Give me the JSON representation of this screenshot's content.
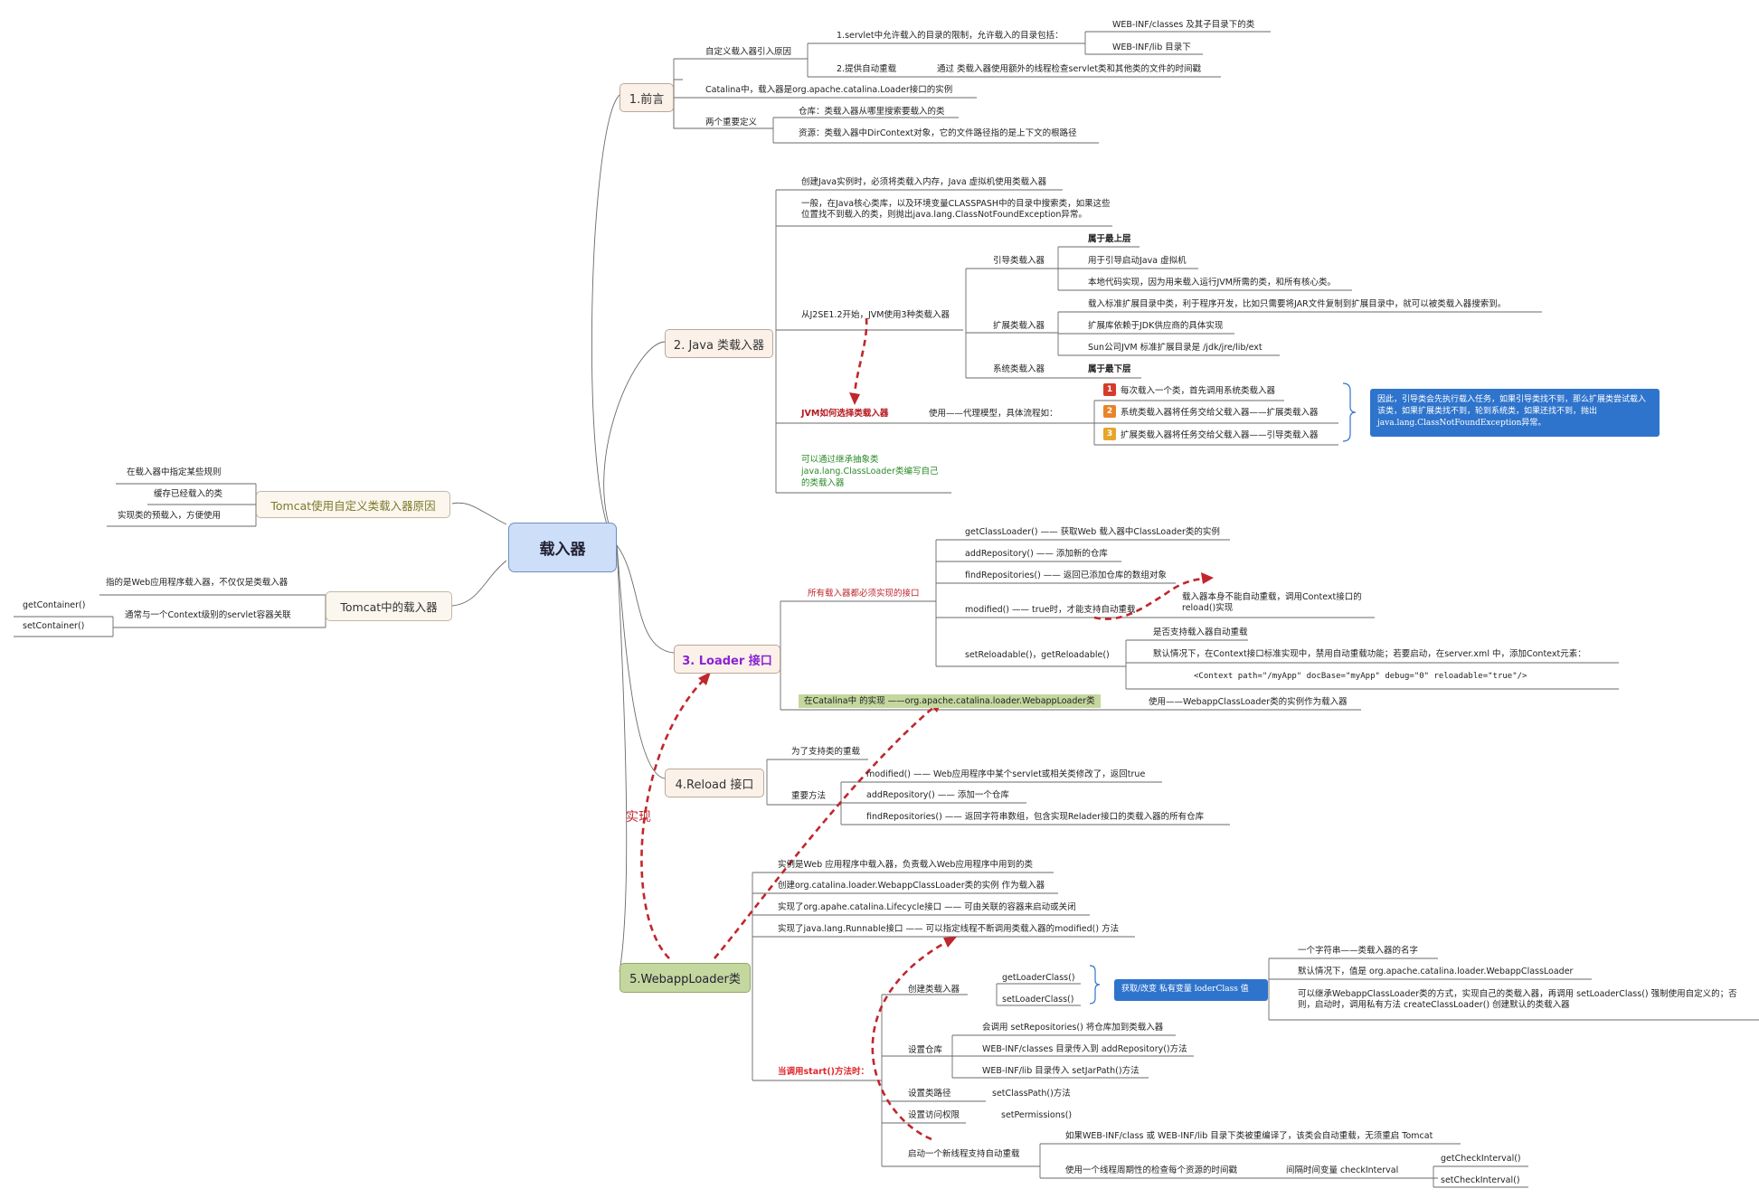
{
  "root": "载入器",
  "left": {
    "tomcat_reason": {
      "label": "Tomcat使用自定义类载入器原因",
      "items": [
        "在载入器中指定某些规则",
        "缓存已经载入的类",
        "实现类的预载入，方便使用"
      ]
    },
    "tomcat_loader": {
      "label": "Tomcat中的载入器",
      "items": [
        "指的是Web应用程序载入器，不仅仅是类载入器",
        "通常与一个Context级别的servlet容器关联"
      ],
      "methods": [
        "getContainer()",
        "setContainer()"
      ]
    }
  },
  "s1": {
    "label": "1.前言",
    "reason": "自定义载入器引入原因",
    "r1": "1.servlet中允许载入的目录的限制，允许载入的目录包括：",
    "r1a": "WEB-INF/classes 及其子目录下的类",
    "r1b": "WEB-INF/lib 目录下",
    "r2": "2.提供自动重载",
    "r2a": "通过 类载入器使用额外的线程检查servlet类和其他类的文件的时间戳",
    "catalina": "Catalina中，载入器是org.apache.catalina.Loader接口的实例",
    "defs": "两个重要定义",
    "d1": "仓库：类载入器从哪里搜索要载入的类",
    "d2": "资源：类载入器中DirContext对象，它的文件路径指的是上下文的根路径"
  },
  "s2": {
    "label": "2. Java 类载入器",
    "a": "创建Java实例时，必须将类载入内存，Java 虚拟机使用类载入器",
    "b": "一般，在Java核心类库，以及环境变量CLASSPASH中的目录中搜索类，如果这些位置找不到载入的类，则抛出java.lang.ClassNotFoundException异常。",
    "c": "从J2SE1.2开始，JVM使用3种类载入器",
    "boot": "引导类载入器",
    "boot1": "属于最上层",
    "boot2": "用于引导启动Java 虚拟机",
    "boot3": "本地代码实现，因为用来载入运行JVM所需的类，和所有核心类。",
    "ext": "扩展类载入器",
    "ext1": "载入标准扩展目录中类，利于程序开发，比如只需要将JAR文件复制到扩展目录中，就可以被类载入器搜索到。",
    "ext2": "扩展库依赖于JDK供应商的具体实现",
    "ext3": "Sun公司JVM 标准扩展目录是 /jdk/jre/lib/ext",
    "sys": "系统类载入器",
    "sys1": "属于最下层",
    "choose": "JVM如何选择类载入器",
    "proxy": "使用——代理模型，具体流程如：",
    "step1": "每次载入一个类，首先调用系统类载入器",
    "step2": "系统类载入器将任务交给父载入器——扩展类载入器",
    "step3": "扩展类载入器将任务交给父载入器——引导类载入器",
    "step_nums": [
      "1",
      "2",
      "3"
    ],
    "callout": "因此，引导类会先执行载入任务，如果引导类找不到，那么扩展类尝试载入该类，如果扩展类找不到，轮到系统类，如果还找不到，抛出java.lang.ClassNotFoundException异常。",
    "inherit": "可以通过继承抽象类java.lang.ClassLoader类编写自己的类载入器"
  },
  "s3": {
    "label": "3. Loader 接口",
    "must": "所有载入器都必须实现的接口",
    "m1": "getClassLoader() —— 获取Web 载入器中ClassLoader类的实例",
    "m2": "addRepository() —— 添加新的仓库",
    "m3": "findRepositories() —— 返回已添加仓库的数组对象",
    "m4": "modified() —— true时，才能支持自动重载",
    "m4note": "载入器本身不能自动重载，调用Context接口的reload()实现",
    "m5": "setReloadable()，getReloadable()",
    "m5a": "是否支持载入器自动重载",
    "m5b": "默认情况下，在Context接口标准实现中，禁用自动重载功能；若要启动，在server.xml 中，添加Context元素：",
    "m5c": "<Context path=\"/myApp\" docBase=\"myApp\" debug=\"0\" reloadable=\"true\"/>",
    "impl": "在Catalina中 的实现 ——org.apache.catalina.loader.WebappLoader类",
    "impl2": "使用——WebappClassLoader类的实例作为载入器"
  },
  "s4": {
    "label": "4.Reload 接口",
    "a": "为了支持类的重载",
    "b": "重要方法",
    "b1": "modified() —— Web应用程序中某个servlet或相关类修改了，返回true",
    "b2": "addRepository() —— 添加一个仓库",
    "b3": "findRepositories() —— 返回字符串数组，包含实现Relader接口的类载入器的所有仓库"
  },
  "s5": {
    "label": "5.WebappLoader类",
    "a": "实例是Web 应用程序中载入器，负责载入Web应用程序中用到的类",
    "b": "创建org.catalina.loader.WebappClassLoader类的实例 作为载入器",
    "c": "实现了org.apahe.catalina.Lifecycle接口 —— 可由关联的容器来启动或关闭",
    "d": "实现了java.lang.Runnable接口 —— 可以指定线程不断调用类载入器的modified() 方法",
    "start": "当调用start()方法时：",
    "create": "创建类载入器",
    "get": "getLoaderClass()",
    "set": "setLoaderClass()",
    "callout": "获取/改变 私有变量 loderClass 值",
    "lc1": "一个字符串——类载入器的名字",
    "lc2": "默认情况下，值是 org.apache.catalina.loader.WebappClassLoader",
    "lc3": "可以继承WebappClassLoader类的方式，实现自己的类载入器，再调用 setLoaderClass() 强制使用自定义的；否则，启动时，调用私有方法  createClassLoader()  创建默认的类载入器",
    "repo": "设置仓库",
    "repo1": "会调用 setRepositories() 将仓库加到类载入器",
    "repo2": "WEB-INF/classes 目录传入到 addRepository()方法",
    "repo3": "WEB-INF/lib 目录传入 setJarPath()方法",
    "cp": "设置类路径",
    "cp1": "setClassPath()方法",
    "perm": "设置访问权限",
    "perm1": "setPermissions()",
    "thread": "启动一个新线程支持自动重载",
    "th1": "如果WEB-INF/class 或 WEB-INF/lib 目录下类被重编译了，该类会自动重载，无须重启 Tomcat",
    "th2": "使用一个线程周期性的检查每个资源的时间戳",
    "th3": "间隔时间变量 checkInterval",
    "th3a": "getCheckInterval()",
    "th3b": "setCheckInterval()"
  },
  "impl_label": "实现",
  "colors": {
    "accent_red": "#c0272d",
    "callout_blue": "#2f74cc",
    "highlight_green": "#c4d79e",
    "root_blue": "#cddff8"
  }
}
